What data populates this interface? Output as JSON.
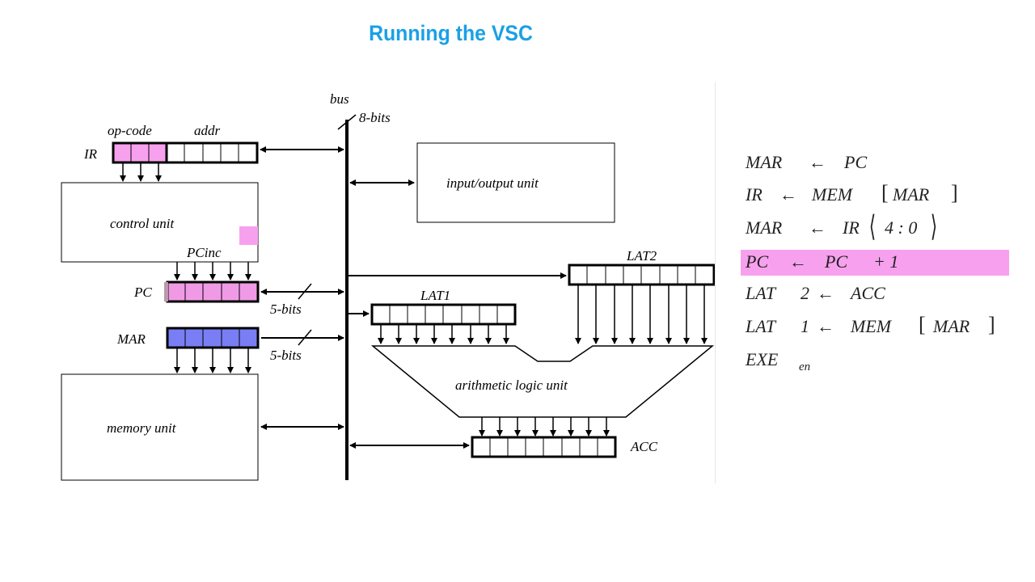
{
  "title": "Running the VSC",
  "diagram": {
    "labels": {
      "bus": "bus",
      "bits8": "8-bits",
      "opcode": "op-code",
      "addr": "addr",
      "ir": "IR",
      "control_unit": "control unit",
      "pcinc": "PCinc",
      "pc": "PC",
      "mar": "MAR",
      "bits5_pc": "5-bits",
      "bits5_mar": "5-bits",
      "memory_unit": "memory unit",
      "io_unit": "input/output unit",
      "lat1": "LAT1",
      "lat2": "LAT2",
      "alu": "arithmetic logic unit",
      "acc": "ACC"
    },
    "colors": {
      "pink": "#f7a1ee",
      "pc_fill": "#f09ae6",
      "mar_fill": "#7a7ef5",
      "title": "#1aa0e6"
    }
  },
  "rtl": {
    "active_step": 4,
    "steps": [
      {
        "lhs": "MAR",
        "arrow": "←",
        "rhs": "PC"
      },
      {
        "lhs": "IR",
        "arrow": "←",
        "rhs": "MEM",
        "open": "[",
        "arg": "MAR",
        "close": "]"
      },
      {
        "lhs": "MAR",
        "arrow": "←",
        "rhs": "IR",
        "open": "⟨",
        "arg": "4 : 0",
        "close": "⟩"
      },
      {
        "lhs": "PC",
        "arrow": "←",
        "rhs": "PC",
        "op": "+ 1"
      },
      {
        "lhs": "LAT",
        "num": "2",
        "arrow": "←",
        "rhs": "ACC"
      },
      {
        "lhs": "LAT",
        "num": "1",
        "arrow": "←",
        "rhs": "MEM",
        "open": "[",
        "arg": "MAR",
        "close": "]"
      },
      {
        "lhs": "EXE",
        "sub": "en"
      }
    ]
  }
}
